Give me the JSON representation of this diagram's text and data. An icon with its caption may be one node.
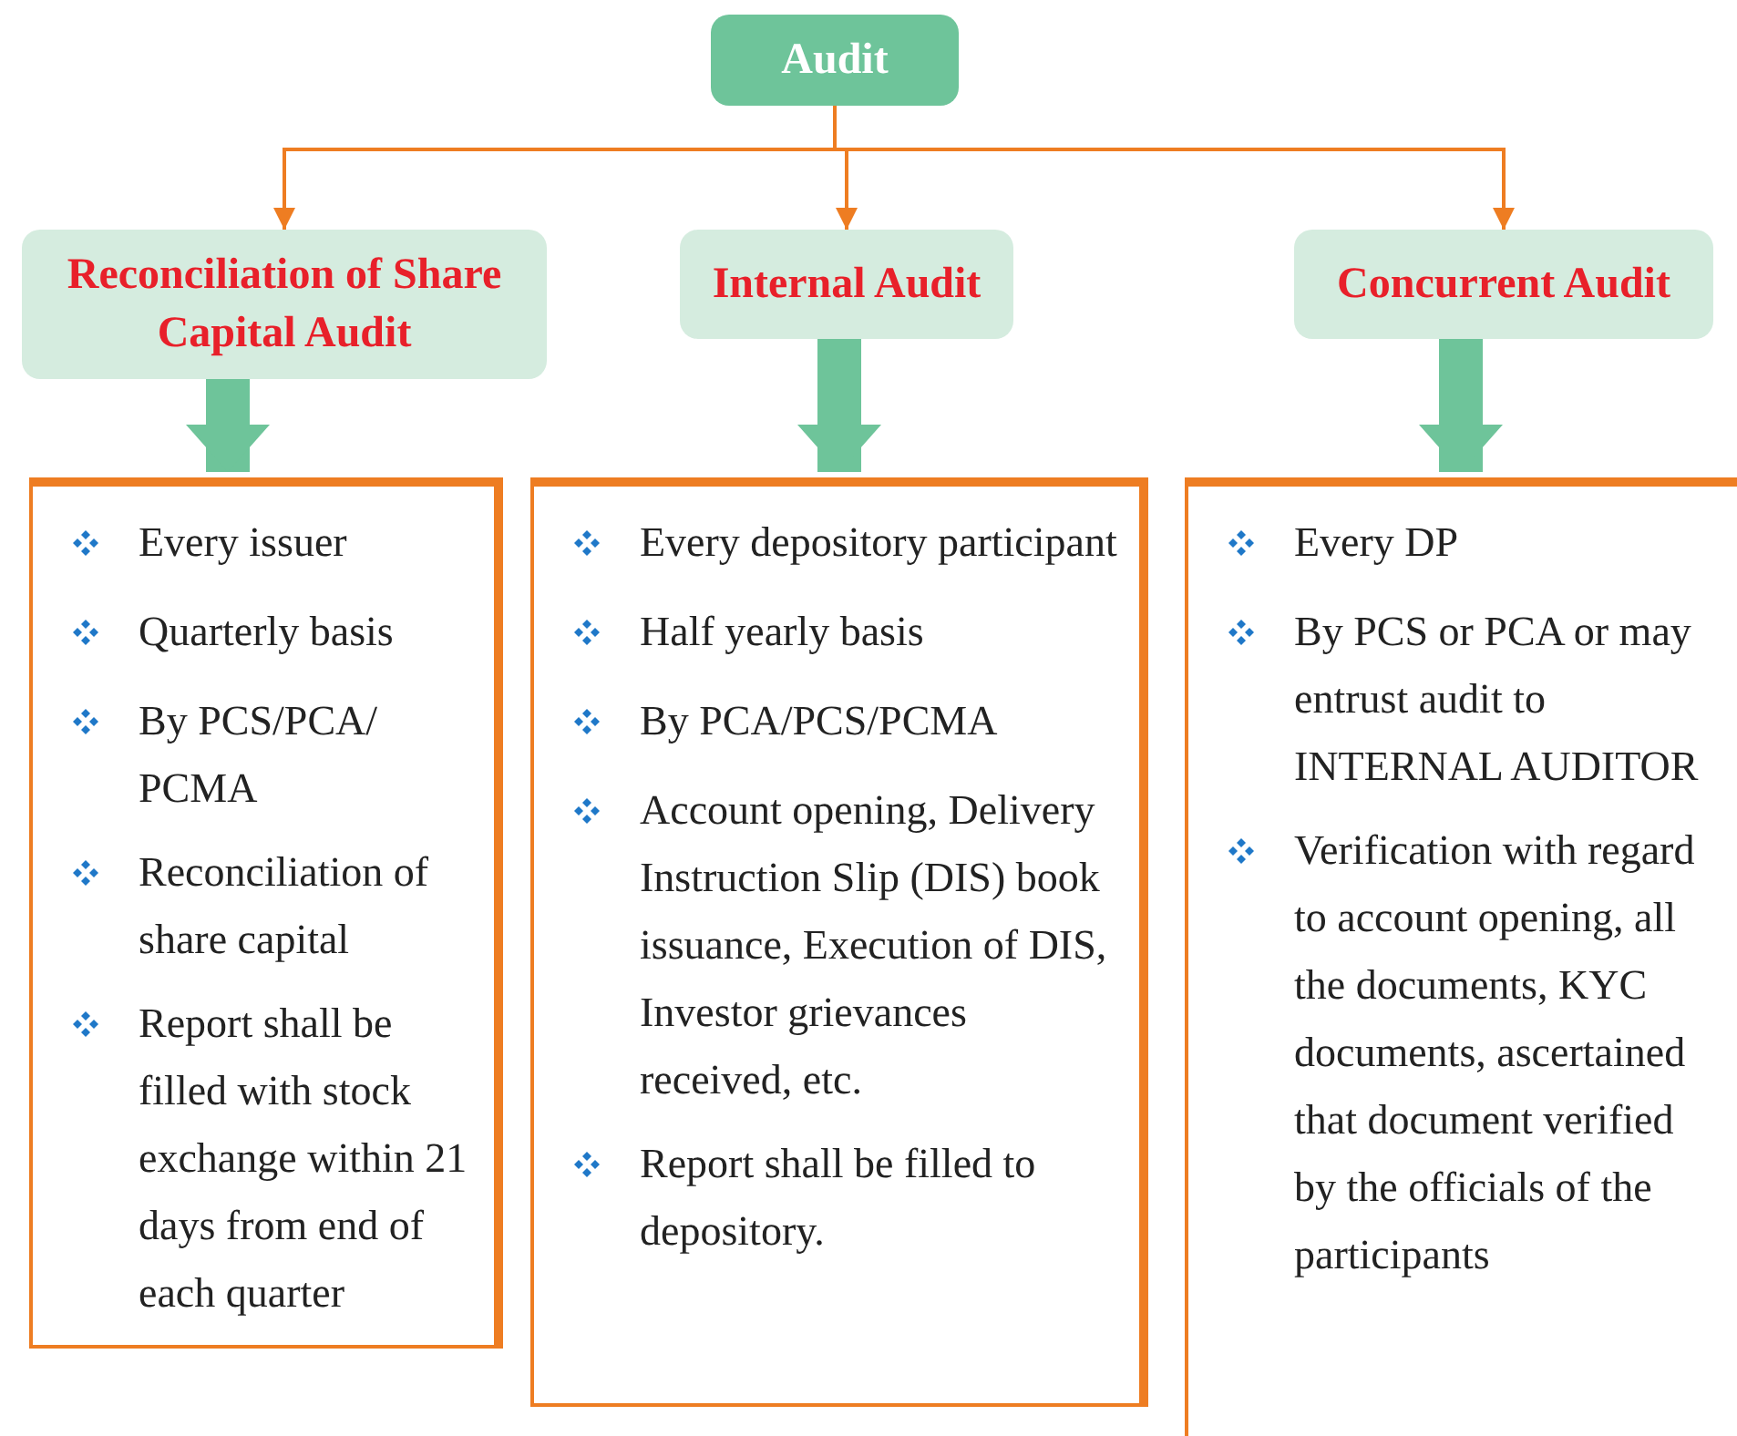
{
  "diagram": {
    "nodes": [
      {
        "text": [
          "Audit"
        ]
      },
      {
        "text": [
          "Reconciliation of Share Capital Audit"
        ]
      },
      {
        "text": [
          "Internal Audit"
        ]
      },
      {
        "text": [
          "Concurrent Audit"
        ]
      },
      {
        "text": [
          "Every issuer",
          "Quarterly basis",
          "By PCS/PCA/ PCMA",
          "Reconciliation of share capital",
          "Report shall be filled with stock exchange within 21 days from end of each quarter"
        ]
      },
      {
        "text": [
          "Every depository participant",
          "Half yearly basis",
          "By PCA/PCS/PCMA",
          "Account opening, Delivery Instruction Slip (DIS) book issuance, Execution of DIS, Investor grievances received, etc.",
          "Report shall be filled to depository."
        ]
      },
      {
        "text": [
          "Every DP",
          "By PCS or PCA or may entrust audit to INTERNAL AUDITOR",
          "Verification with regard to account opening, all the documents, KYC documents, ascertained that document verified by the officials of the participants"
        ]
      }
    ],
    "edges": [
      {
        "from": 0,
        "to": 1,
        "arrow": "to"
      },
      {
        "from": 0,
        "to": 2,
        "arrow": "to"
      },
      {
        "from": 0,
        "to": 3,
        "arrow": "to"
      },
      {
        "from": 1,
        "to": 4,
        "arrow": "to",
        "style": "thick",
        "color": "#6ec49a"
      },
      {
        "from": 2,
        "to": 5,
        "arrow": "to",
        "style": "thick",
        "color": "#6ec49a"
      },
      {
        "from": 3,
        "to": 6,
        "arrow": "to",
        "style": "thick",
        "color": "#6ec49a"
      }
    ]
  }
}
